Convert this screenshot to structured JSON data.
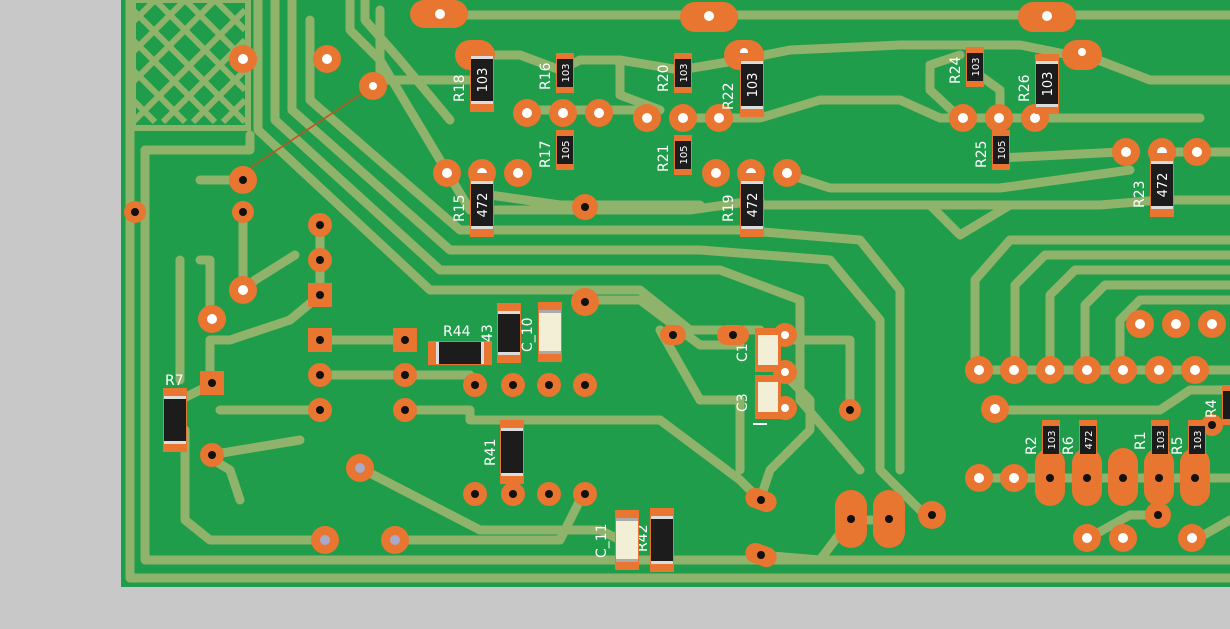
{
  "colors": {
    "background": "#c8c8c8",
    "board": "#1f9d4a",
    "copper_trace": "#8fb36a",
    "pad": "#e87530",
    "hole": "#ffffff",
    "resistor_body": "#1c1c1c",
    "capacitor_body": "#f3efd6"
  },
  "resistors": [
    {
      "ref": "R18",
      "value": "103"
    },
    {
      "ref": "R16",
      "value": "103"
    },
    {
      "ref": "R20",
      "value": "103"
    },
    {
      "ref": "R22",
      "value": "103"
    },
    {
      "ref": "R24",
      "value": "103"
    },
    {
      "ref": "R26",
      "value": "103"
    },
    {
      "ref": "R17",
      "value": "105"
    },
    {
      "ref": "R21",
      "value": "105"
    },
    {
      "ref": "R25",
      "value": "105"
    },
    {
      "ref": "R15",
      "value": "472"
    },
    {
      "ref": "R19",
      "value": "472"
    },
    {
      "ref": "R23",
      "value": "472"
    },
    {
      "ref": "R2",
      "value": "103"
    },
    {
      "ref": "R6",
      "value": "472"
    },
    {
      "ref": "R1",
      "value": "103"
    },
    {
      "ref": "R5",
      "value": "103"
    },
    {
      "ref": "R44",
      "value": ""
    },
    {
      "ref": "R41",
      "value": ""
    },
    {
      "ref": "R42",
      "value": ""
    },
    {
      "ref": "R7",
      "value": ""
    },
    {
      "ref": "R4",
      "value": ""
    }
  ],
  "capacitors": [
    {
      "ref": "C_10"
    },
    {
      "ref": "C_11"
    },
    {
      "ref": "C1"
    },
    {
      "ref": "C3"
    }
  ],
  "misc_labels": {
    "label_43": "43"
  }
}
